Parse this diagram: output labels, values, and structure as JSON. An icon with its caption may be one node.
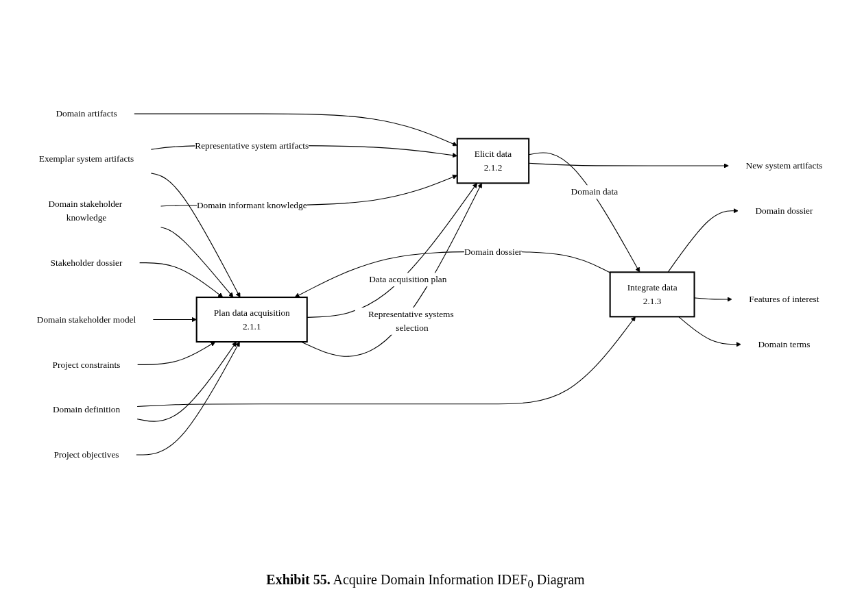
{
  "diagram": {
    "caption": "**Exhibit 55.** Acquire Domain Information IDEF$_{0}$ Diagram",
    "nodes": [
      {
        "text": [
          "Plan data acquisition",
          "2.1.1"
        ]
      },
      {
        "text": [
          "Elicit data",
          "2.1.2"
        ]
      },
      {
        "text": [
          "Integrate data",
          "2.1.3"
        ]
      },
      {
        "text": [
          "Project objectives"
        ]
      },
      {
        "text": [
          "Project constraints"
        ]
      },
      {
        "text": [
          "Domain definition"
        ]
      },
      {
        "text": [
          "Domain stakeholder model"
        ]
      },
      {
        "text": [
          "Stakeholder dossier"
        ]
      },
      {
        "text": [
          "Domain stakeholder knowledge"
        ]
      },
      {
        "text": [
          "Exemplar system artifacts"
        ]
      },
      {
        "text": [
          "Domain artifacts"
        ]
      },
      {
        "text": [
          "New system artifacts"
        ]
      },
      {
        "text": [
          "Domain terms"
        ]
      },
      {
        "text": [
          "Features of interest"
        ]
      },
      {
        "text": [
          "Domain dossier"
        ]
      }
    ],
    "edges": [
      {
        "from": 3,
        "to": 0,
        "arrow": "to"
      },
      {
        "from": 4,
        "to": 0,
        "arrow": "to"
      },
      {
        "from": 5,
        "to": 0,
        "arrow": "to"
      },
      {
        "from": 5,
        "to": 2,
        "arrow": "to"
      },
      {
        "from": 6,
        "to": 0,
        "arrow": "to"
      },
      {
        "from": 7,
        "to": 0,
        "arrow": "to"
      },
      {
        "from": 8,
        "to": 0,
        "arrow": "to"
      },
      {
        "from": 9,
        "to": 0,
        "arrow": "to"
      },
      {
        "from": 2,
        "to": 0,
        "label": "Domain dossier",
        "arrow": "to"
      },
      {
        "from": 0,
        "to": 1,
        "label": "Representative systems selection",
        "arrow": "to"
      },
      {
        "from": 0,
        "to": 1,
        "label": "Data acquisition plan",
        "arrow": "to"
      },
      {
        "from": 8,
        "to": 1,
        "label": "Domain informant knowledge",
        "arrow": "to"
      },
      {
        "from": 9,
        "to": 1,
        "label": "Representative system artifacts",
        "arrow": "to"
      },
      {
        "from": 10,
        "to": 1,
        "arrow": "to"
      },
      {
        "from": 1,
        "to": 11,
        "arrow": "to"
      },
      {
        "from": 1,
        "to": 2,
        "label": "Domain data",
        "arrow": "to"
      },
      {
        "from": 2,
        "to": 12,
        "arrow": "to"
      },
      {
        "from": 2,
        "to": 13,
        "arrow": "to"
      },
      {
        "from": 2,
        "to": 14,
        "arrow": "to"
      }
    ]
  }
}
